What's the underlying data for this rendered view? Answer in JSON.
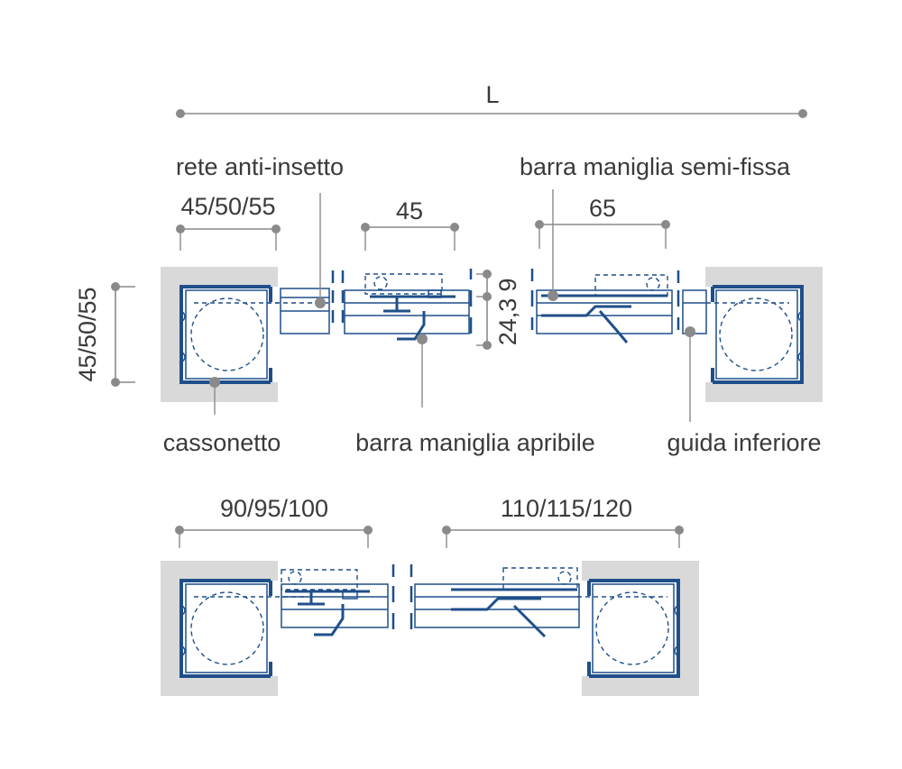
{
  "colors": {
    "profile": "#1f4f8a",
    "wall": "#d9d9d9",
    "dimension": "#8a8a8a",
    "text": "#3a3a3a"
  },
  "dimensions": {
    "overall": "L",
    "box_width": "45/50/55",
    "box_height": "45/50/55",
    "handle_opening": "45",
    "handle_fixed": "65",
    "height_9": "9",
    "height_24": "24,3",
    "total_left": "90/95/100",
    "total_right": "110/115/120"
  },
  "labels": {
    "insect_screen": "rete anti-insetto",
    "fixed_handle_bar": "barra maniglia semi-fissa",
    "box": "cassonetto",
    "opening_handle_bar": "barra maniglia apribile",
    "bottom_guide": "guida inferiore"
  }
}
